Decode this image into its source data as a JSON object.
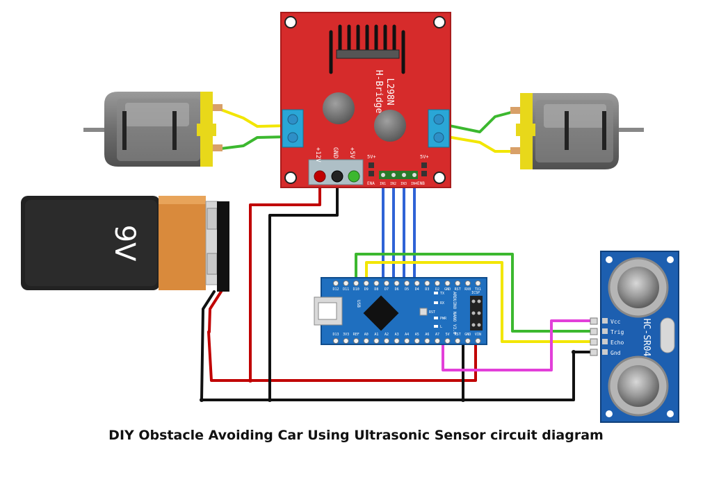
{
  "caption": "DIY Obstacle Avoiding Car Using Ultrasonic Sensor circuit diagram",
  "driver": {
    "title_line1": "L298N",
    "title_line2": "H-Bridge",
    "pin_12v": "+12V",
    "pin_gnd": "GND",
    "pin_5v": "+5V",
    "ena_label": "ENA",
    "enb_label": "ENB",
    "jumper_a": "5V+",
    "jumper_b": "5V+",
    "in_labels": [
      "IN1",
      "IN2",
      "IN3",
      "IN4"
    ]
  },
  "battery": {
    "label": "9V"
  },
  "arduino": {
    "top_pins": [
      "D12",
      "D11",
      "D10",
      "D9",
      "D8",
      "D7",
      "D6",
      "D5",
      "D4",
      "D3",
      "D2",
      "GND",
      "RST",
      "RX0",
      "TX1"
    ],
    "bottom_pins": [
      "D13",
      "3V3",
      "REF",
      "A0",
      "A1",
      "A2",
      "A3",
      "A4",
      "A5",
      "A6",
      "A7",
      "5V",
      "RST",
      "GND",
      "VIN"
    ],
    "board_name": "ARDUINO NANO V3.0",
    "icsp": "ICSP",
    "usb": "USB",
    "led_tx": "TX",
    "led_rx": "RX",
    "led_pwr": "PWR",
    "led_l": "L",
    "rst_btn": "RST"
  },
  "sensor": {
    "label": "HC-SR04",
    "pins": [
      "Vcc",
      "Trig",
      "Echo",
      "Gnd"
    ]
  },
  "colors": {
    "driver_board": "#d62b2b",
    "arduino_board": "#1f6fbf",
    "sensor_board": "#1d5fb0",
    "wire_red": "#c00000",
    "wire_black": "#111111",
    "wire_green": "#3cb82f",
    "wire_yellow": "#f2e600",
    "wire_blue": "#2f63d6",
    "wire_magenta": "#e23fd9",
    "terminal": "#2aa6d6"
  }
}
